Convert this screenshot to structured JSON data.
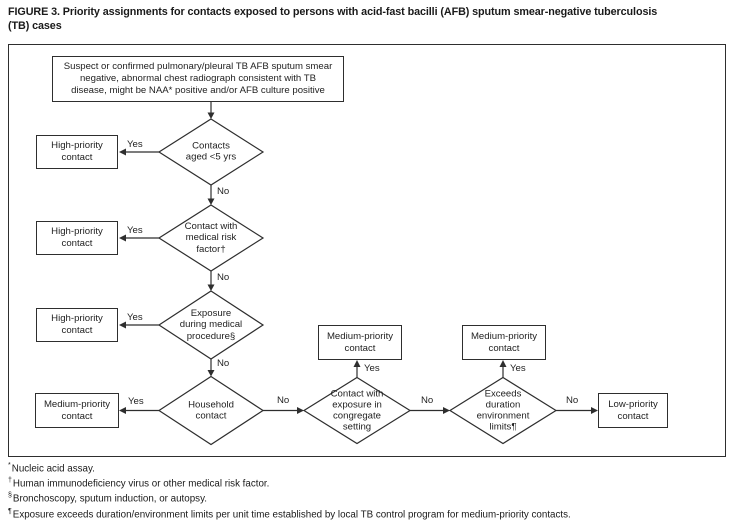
{
  "figure": {
    "title": "FIGURE 3. Priority assignments for contacts exposed to persons with acid-fast bacilli (AFB) sputum smear-negative tuberculosis\n(TB) cases"
  },
  "flowchart": {
    "start_box": "Suspect or confirmed pulmonary/pleural TB AFB sputum smear\nnegative, abnormal chest radiograph consistent with TB\ndisease, might be NAA* positive and/or AFB culture positive",
    "decisions": {
      "aged_under_5": "Contacts\naged <5 yrs",
      "medical_risk": "Contact with\nmedical risk\nfactor†",
      "medical_procedure": "Exposure\nduring medical\nprocedure§",
      "household": "Household\ncontact",
      "congregate": "Contact with\nexposure in\ncongregate\nsetting",
      "duration_limits": "Exceeds\nduration\nenvironment\nlimits¶"
    },
    "outcomes": {
      "high": "High-priority\ncontact",
      "medium": "Medium-priority\ncontact",
      "low": "Low-priority\ncontact"
    },
    "labels": {
      "yes": "Yes",
      "no": "No"
    }
  },
  "footnotes": [
    {
      "marker": "*",
      "text": "Nucleic acid assay."
    },
    {
      "marker": "†",
      "text": "Human immunodeficiency virus or other medical risk factor."
    },
    {
      "marker": "§",
      "text": "Bronchoscopy, sputum induction, or autopsy."
    },
    {
      "marker": "¶",
      "text": "Exposure exceeds duration/environment limits per unit time established by local TB control program for medium-priority contacts."
    }
  ]
}
